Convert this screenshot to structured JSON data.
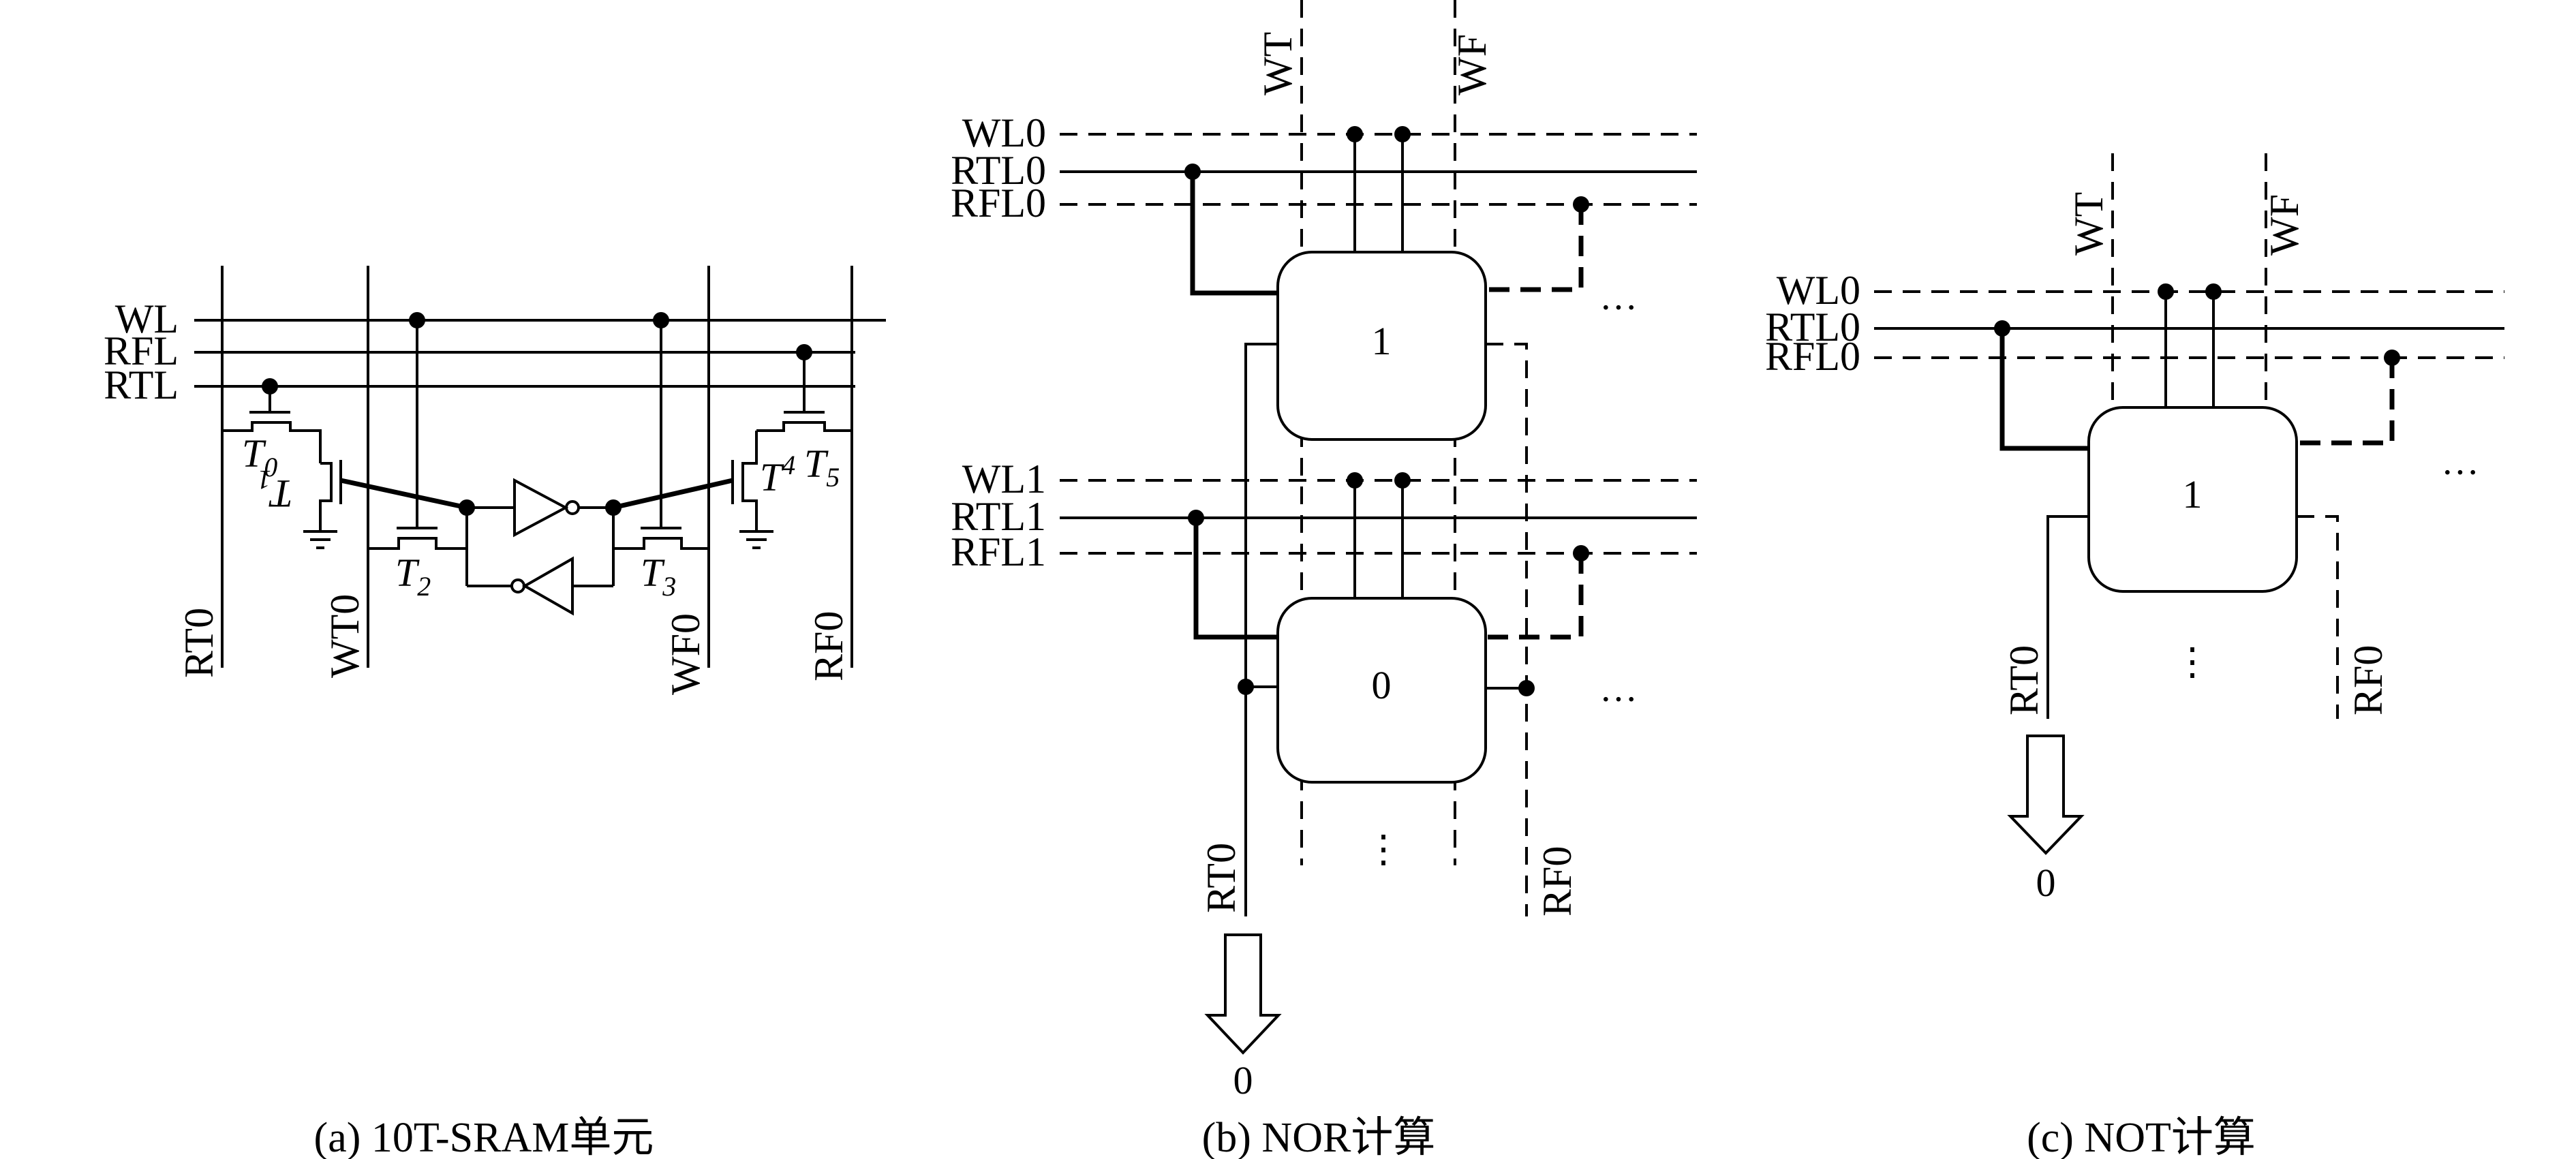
{
  "panel_a": {
    "caption": "(a) 10T-SRAM单元",
    "row_labels": {
      "wl": "WL",
      "rfl": "RFL",
      "rtl": "RTL"
    },
    "column_labels": {
      "rt0": "RT0",
      "wt0": "WT0",
      "wf0": "WF0",
      "rf0": "RF0"
    },
    "transistors": {
      "t0": "0",
      "t1": "1",
      "t2": "2",
      "t3": "3",
      "t4": "4",
      "t5": "5",
      "t_letter": "T"
    }
  },
  "panel_b": {
    "caption": "(b) NOR计算",
    "top_labels": {
      "wt": "WT",
      "wf": "WF"
    },
    "row0_labels": {
      "wl": "WL0",
      "rtl": "RTL0",
      "rfl": "RFL0"
    },
    "row1_labels": {
      "wl": "WL1",
      "rtl": "RTL1",
      "rfl": "RFL1"
    },
    "cell_top_value": "1",
    "cell_bottom_value": "0",
    "column_labels": {
      "rt0": "RT0",
      "rf0": "RF0"
    },
    "output_value": "0",
    "ellipsis_h": "···",
    "ellipsis_v": "⋮"
  },
  "panel_c": {
    "caption": "(c) NOT计算",
    "top_labels": {
      "wt": "WT",
      "wf": "WF"
    },
    "row_labels": {
      "wl": "WL0",
      "rtl": "RTL0",
      "rfl": "RFL0"
    },
    "cell_value": "1",
    "column_labels": {
      "rt0": "RT0",
      "rf0": "RF0"
    },
    "output_value": "0",
    "ellipsis_h": "···",
    "ellipsis_v": "⋮"
  }
}
